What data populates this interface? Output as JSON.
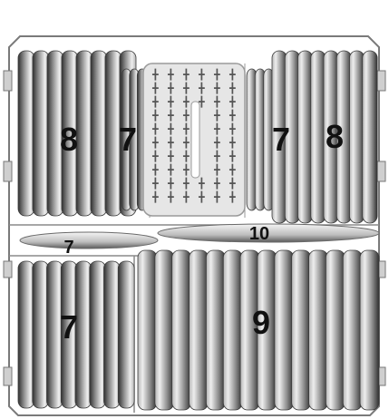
{
  "colors": {
    "rack_outline": "#7a7a7a",
    "plate_dark": "#3a3a3a",
    "plate_mid": "#9a9a9a",
    "plate_light": "#f2f2f2",
    "basket_fill": "#e6e6e6",
    "label": "#111111"
  },
  "zones": [
    {
      "id": "upper-left-plates",
      "count": "8"
    },
    {
      "id": "upper-left-inner-plates",
      "count": "7"
    },
    {
      "id": "upper-right-inner-plates",
      "count": "7"
    },
    {
      "id": "upper-right-plates",
      "count": "8"
    },
    {
      "id": "left-saucers",
      "count": "7"
    },
    {
      "id": "platters",
      "count": "10"
    },
    {
      "id": "lower-left-plates",
      "count": "7"
    },
    {
      "id": "lower-right-plates",
      "count": "9"
    }
  ],
  "icons": {
    "cutlery_basket": "cutlery-basket-icon"
  }
}
